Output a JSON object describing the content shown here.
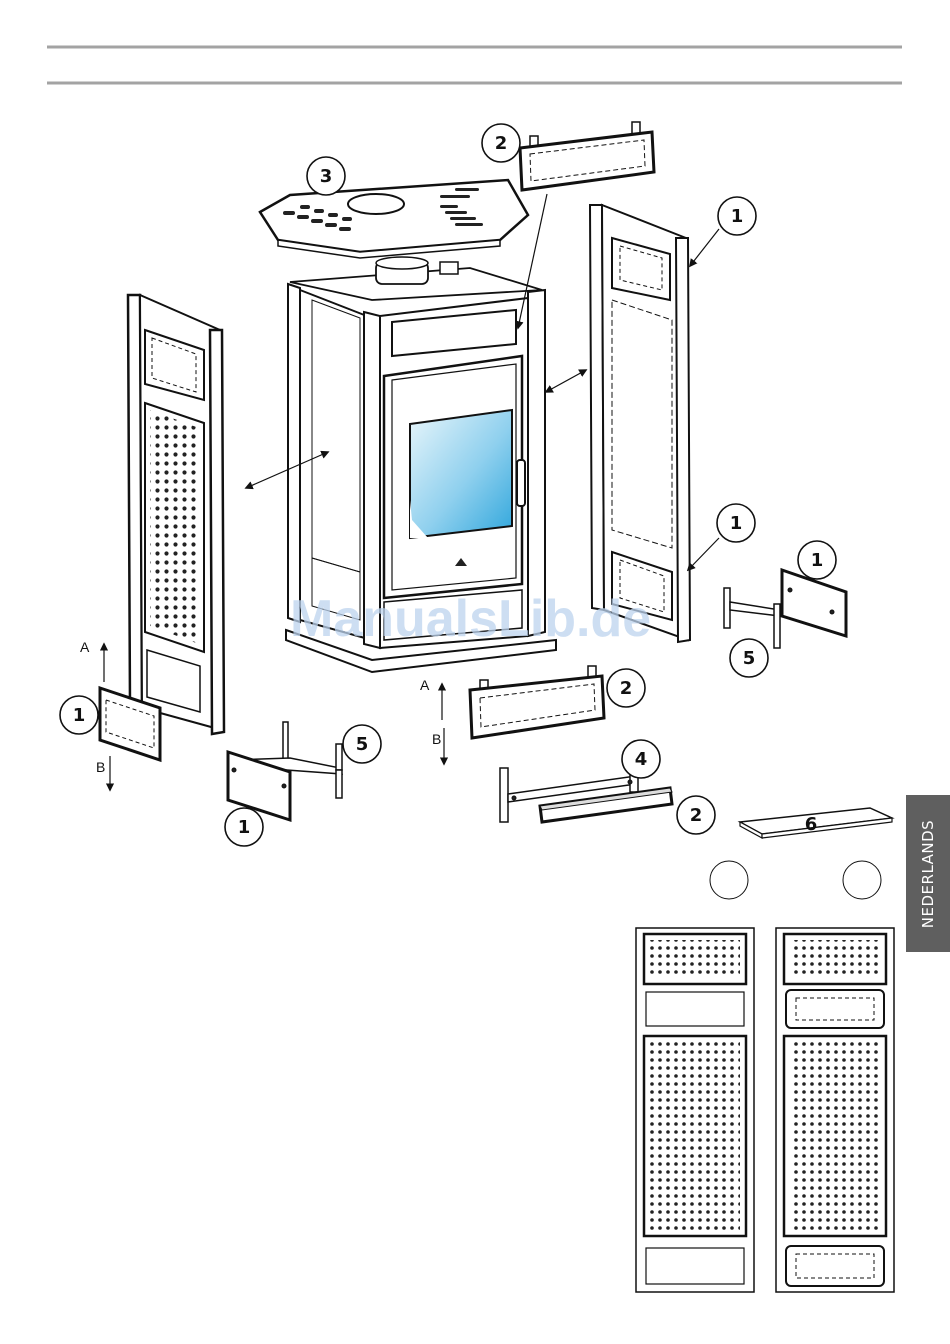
{
  "callouts": [
    {
      "id": "c-top-2",
      "text": "2"
    },
    {
      "id": "c-top-3",
      "text": "3"
    },
    {
      "id": "c-right-1a",
      "text": "1"
    },
    {
      "id": "c-right-1b",
      "text": "1"
    },
    {
      "id": "c-right-1c",
      "text": "1"
    },
    {
      "id": "c-right-5",
      "text": "5"
    },
    {
      "id": "c-left-1a",
      "text": "1"
    },
    {
      "id": "c-left-5",
      "text": "5"
    },
    {
      "id": "c-left-1b",
      "text": "1"
    },
    {
      "id": "c-front-2a",
      "text": "2"
    },
    {
      "id": "c-front-4",
      "text": "4"
    },
    {
      "id": "c-front-2b",
      "text": "2"
    },
    {
      "id": "c-shelf-6",
      "text": "6"
    }
  ],
  "direction_labels": {
    "a_left": "A",
    "b_left": "B",
    "a_center": "A",
    "b_center": "B"
  },
  "watermark": "ManualsLib.de",
  "side_tab": "NEDERLANDS",
  "colors": {
    "rule": "#a3a3a3",
    "tab": "#5f5f5f",
    "glass_top": "#e9f6fb",
    "glass_bottom": "#2fa6dc",
    "watermark": "#bcd3ee"
  }
}
